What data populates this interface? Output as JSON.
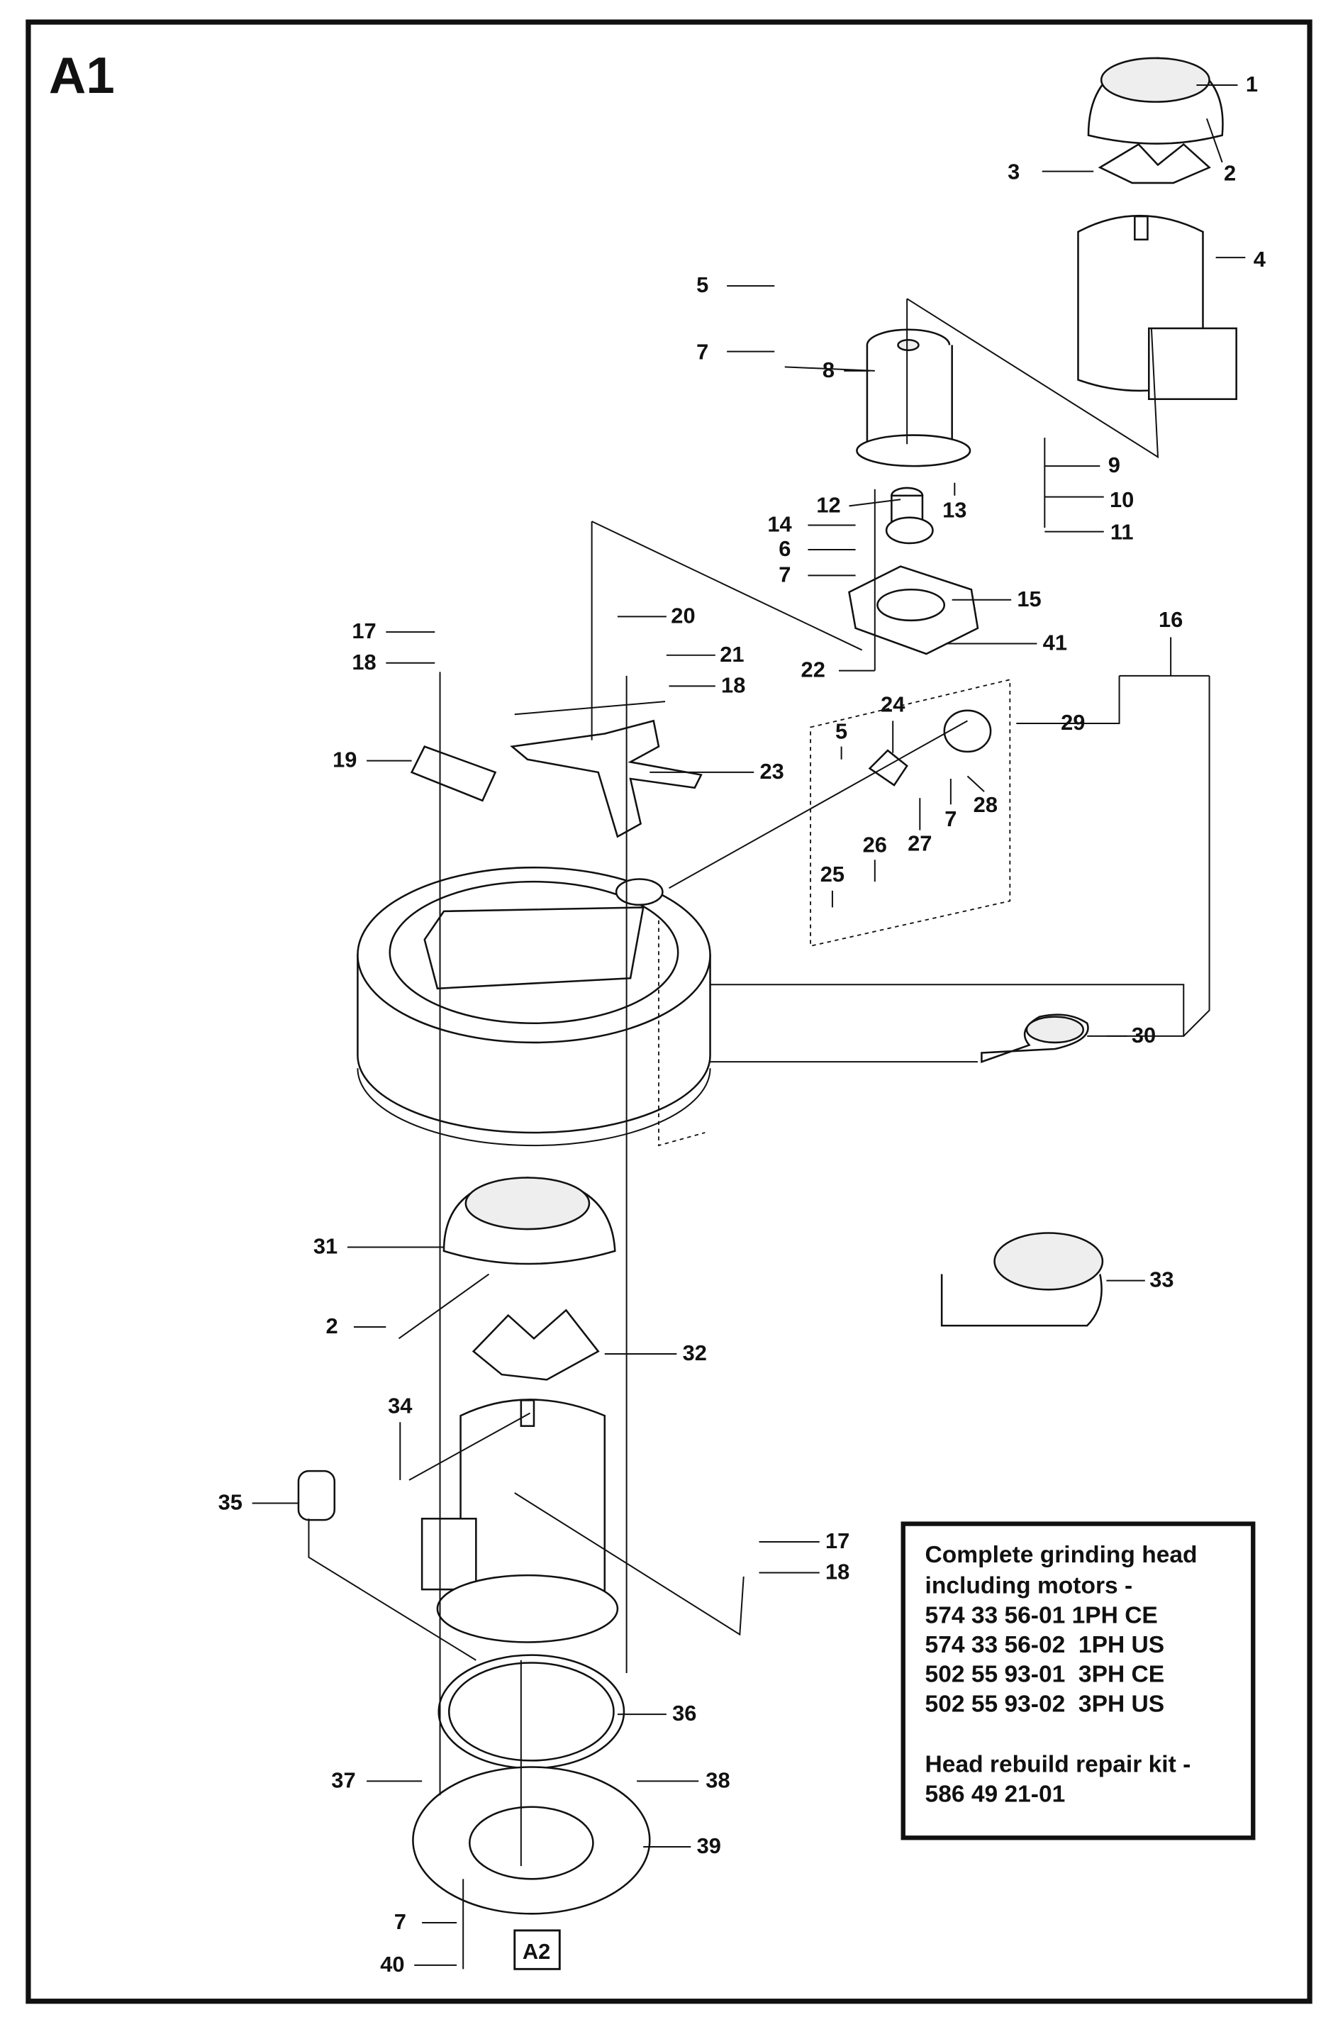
{
  "diagram": {
    "section_title": "A1",
    "reference_label": "A2",
    "info_box": {
      "lines": [
        "Complete grinding head",
        "including motors -",
        "574 33 56-01 1PH CE",
        "574 33 56-02  1PH US",
        "502 55 93-01  3PH CE",
        "502 55 93-02  3PH US",
        "",
        "Head rebuild repair kit -",
        "586 49 21-01"
      ]
    },
    "callouts": [
      "1",
      "2",
      "3",
      "4",
      "5",
      "7",
      "8",
      "9",
      "10",
      "11",
      "12",
      "13",
      "14",
      "6",
      "7",
      "15",
      "41",
      "22",
      "20",
      "21",
      "18",
      "17",
      "18",
      "19",
      "23",
      "16",
      "29",
      "24",
      "5",
      "7",
      "28",
      "27",
      "26",
      "25",
      "30",
      "31",
      "2",
      "32",
      "33",
      "34",
      "35",
      "17",
      "18",
      "36",
      "37",
      "38",
      "39",
      "7",
      "40"
    ]
  }
}
